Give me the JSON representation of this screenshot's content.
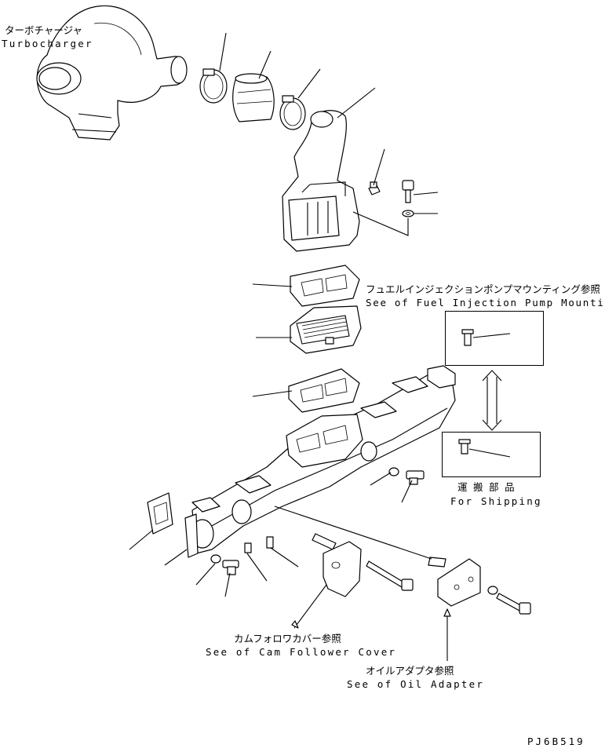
{
  "labels": {
    "turbocharger_jp": "ターボチャージャ",
    "turbocharger_en": "Turbocharger",
    "fuel_pump_jp": "フュエルインジェクションポンプマウンティング参照",
    "fuel_pump_en": "See of Fuel Injection Pump Mounting",
    "shipping_jp": "運 搬 部 品",
    "shipping_en": "For Shipping",
    "cam_cover_jp": "カムフォロワカバー参照",
    "cam_cover_en": "See of Cam Follower Cover",
    "oil_adapter_jp": "オイルアダプタ参照",
    "oil_adapter_en": "See of Oil Adapter",
    "drawing_code": "PJ6B519"
  }
}
